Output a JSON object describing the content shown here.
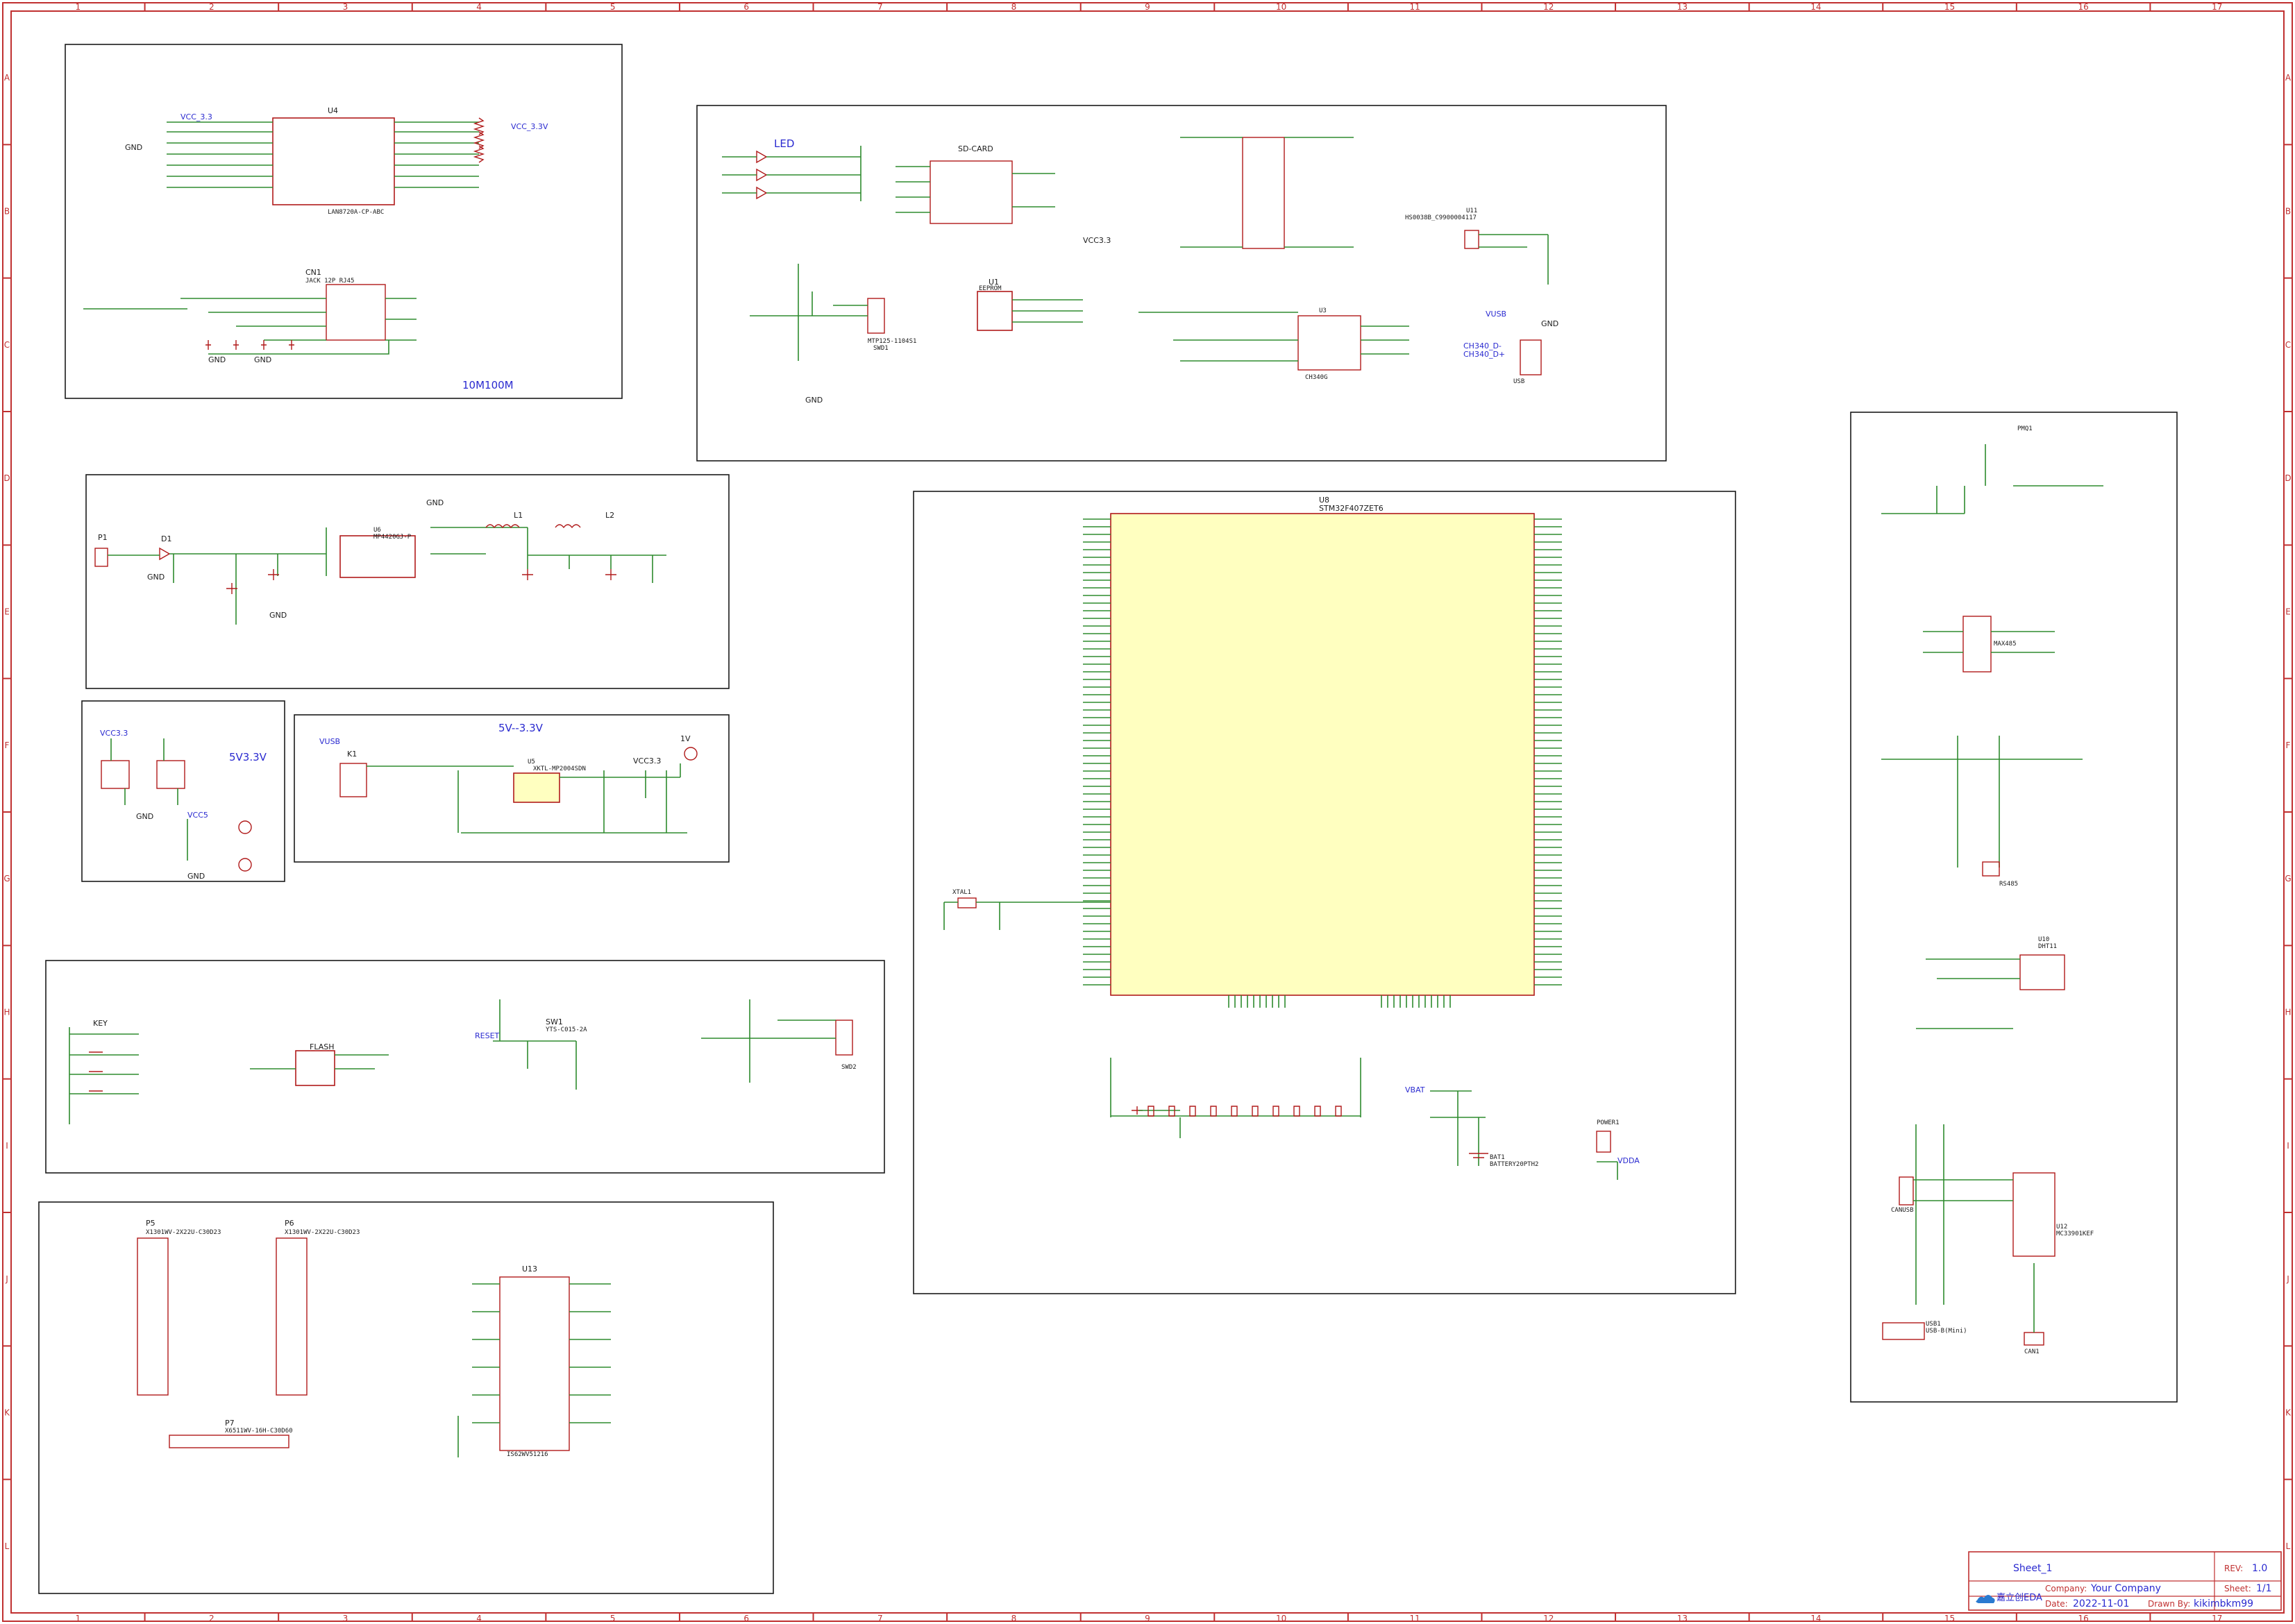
{
  "frame": {
    "cols": [
      "1",
      "2",
      "3",
      "4",
      "5",
      "6",
      "7",
      "8",
      "9",
      "10",
      "11",
      "12",
      "13",
      "14",
      "15",
      "16",
      "17"
    ],
    "rows": [
      "A",
      "B",
      "C",
      "D",
      "E",
      "F",
      "G",
      "H",
      "I",
      "J",
      "K",
      "L"
    ]
  },
  "blocks": {
    "eth": {
      "note": "10M100M",
      "u": "U4",
      "u_name": "LAN8720A-CP-ABC",
      "cn": "CN1",
      "cn_name": "JACK 12P RJ45"
    },
    "led_sd": {
      "led": "LED",
      "sd": "SD-CARD",
      "eeprom": "EEPROM",
      "u1": "U1",
      "swd": "MTP125-1104S1",
      "swd_ref": "SWD1"
    },
    "usb_ttl": {
      "u": "U3",
      "u_name": "CH340G",
      "vusb": "VUSB",
      "dm": "CH340_D-",
      "dp": "CH340_D+",
      "usb": "USB",
      "u11": "U11",
      "u11_name": "HS0038B_C9900004117"
    },
    "power": {
      "p1": "P1",
      "d1": "D1",
      "u6": "U6",
      "u6_name": "MP4420GJ-P",
      "l1": "L1",
      "l2": "L2"
    },
    "p5v33": {
      "title": "5V3.3V",
      "vcc": "VCC3.3",
      "vcc5": "VCC5"
    },
    "ldo": {
      "title": "5V--3.3V",
      "vusb": "VUSB",
      "k1": "K1",
      "u5": "U5",
      "u5_name": "XKTL-MP2004SDN"
    },
    "keys": {
      "key": "KEY",
      "flash": "FLASH",
      "reset": "RESET",
      "sw1": "SW1",
      "sw1_name": "YTS-C015-2A",
      "swd2": "SWD2"
    },
    "headers": {
      "p5": "P5",
      "p5_name": "X1301WV-2X22U-C30D23",
      "p6": "P6",
      "p6_name": "X1301WV-2X22U-C30D23",
      "p7": "P7",
      "p7_name": "X6511WV-16H-C30D60",
      "u13": "U13",
      "u13_name": "IS62WV51216"
    },
    "mcu": {
      "ref": "U8",
      "name": "STM32F407ZET6",
      "xtal": "XTAL1",
      "vbat": "VBAT",
      "batt": "BAT1",
      "batt_name": "BATTERY20PTH2",
      "power1": "POWER1",
      "vdda": "VDDA"
    },
    "right": {
      "max485": "MAX485",
      "u12": "U12",
      "u12_name": "MC33901KEF",
      "can": "CAN1",
      "canusb": "CANUSB",
      "usb1": "USB1",
      "usb1_name": "USB-B(Mini)",
      "u10": "U10",
      "u10_name": "DHT11",
      "pmq": "PMQ1",
      "rs485": "RS485"
    }
  },
  "titleblock": {
    "sheet_name": "Sheet_1",
    "rev_label": "REV:",
    "rev": "1.0",
    "company_label": "Company:",
    "company": "Your Company",
    "sheet_label": "Sheet:",
    "sheet": "1/1",
    "date_label": "Date:",
    "date": "2022-11-01",
    "drawn_label": "Drawn By:",
    "drawn": "kikimbkm99",
    "logo": "嘉立创EDA"
  },
  "colors": {
    "frame": "#c03030",
    "wire": "#2e8b2e",
    "part": "#b01a1a",
    "ic_fill": "#ffffc0",
    "net": "#2a2ad0"
  }
}
